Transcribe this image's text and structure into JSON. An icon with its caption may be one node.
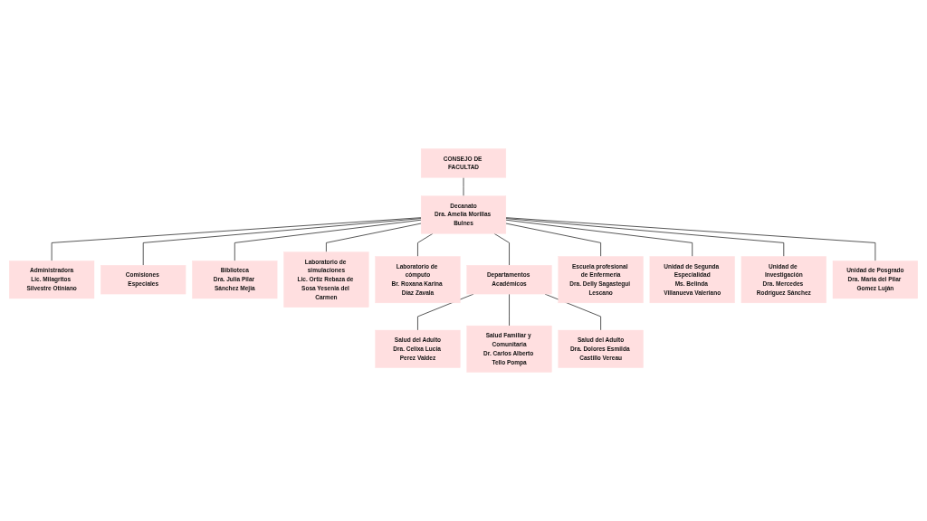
{
  "diagram": {
    "nodes": [
      {
        "text": [
          "CONSEJO DE FACULTAD"
        ]
      },
      {
        "text": [
          "Decanato",
          "Dra. Amelia Morillas Bulnes"
        ]
      },
      {
        "text": [
          "Administradora",
          "Lic. Milagritos Silvestre Otiniano"
        ]
      },
      {
        "text": [
          "Comisiones Especiales"
        ]
      },
      {
        "text": [
          "Biblioteca",
          "Dra. Julia Pilar Sánchez Mejia"
        ]
      },
      {
        "text": [
          "Laboratorio de simulaciones",
          "Lic. Ortiz Rebaza de Sosa Yesenia del Carmen"
        ]
      },
      {
        "text": [
          "Laboratorio de cómputo",
          "Br. Roxana Karina Díaz Zavala"
        ]
      },
      {
        "text": [
          "Departamentos Académicos"
        ]
      },
      {
        "text": [
          "Escuela profesional de Enfermería",
          "Dra. Delly Sagastegui Lescano"
        ]
      },
      {
        "text": [
          "Unidad de Segunda Especialidad",
          "Ms. Belinda Villanueva Valeriano"
        ]
      },
      {
        "text": [
          "Unidad de Investigación",
          "Dra. Mercedes Rodríguez Sánchez"
        ]
      },
      {
        "text": [
          "Unidad de Posgrado",
          "Dra. Maria del Pilar Gomez Luján"
        ]
      },
      {
        "text": [
          "Salud del Adulto",
          "Dra. Celixa Lucia Perez Valdez"
        ]
      },
      {
        "text": [
          "Salud Familiar y Comunitaria",
          "Dr. Carlos Alberto Tello Pompa"
        ]
      },
      {
        "text": [
          "Salud del Adulto",
          "Dra. Dolores Esmilda Castillo Vereau"
        ]
      }
    ],
    "edges": [
      {
        "from": 0,
        "to": 1,
        "arrow": "none"
      },
      {
        "from": 1,
        "to": 2,
        "arrow": "none"
      },
      {
        "from": 1,
        "to": 3,
        "arrow": "none"
      },
      {
        "from": 1,
        "to": 4,
        "arrow": "none"
      },
      {
        "from": 1,
        "to": 5,
        "arrow": "none"
      },
      {
        "from": 1,
        "to": 6,
        "arrow": "none"
      },
      {
        "from": 1,
        "to": 7,
        "arrow": "none"
      },
      {
        "from": 1,
        "to": 8,
        "arrow": "none"
      },
      {
        "from": 1,
        "to": 9,
        "arrow": "none"
      },
      {
        "from": 1,
        "to": 10,
        "arrow": "none"
      },
      {
        "from": 1,
        "to": 11,
        "arrow": "none"
      },
      {
        "from": 7,
        "to": 12,
        "arrow": "none"
      },
      {
        "from": 7,
        "to": 13,
        "arrow": "none"
      },
      {
        "from": 7,
        "to": 14,
        "arrow": "none"
      }
    ]
  }
}
